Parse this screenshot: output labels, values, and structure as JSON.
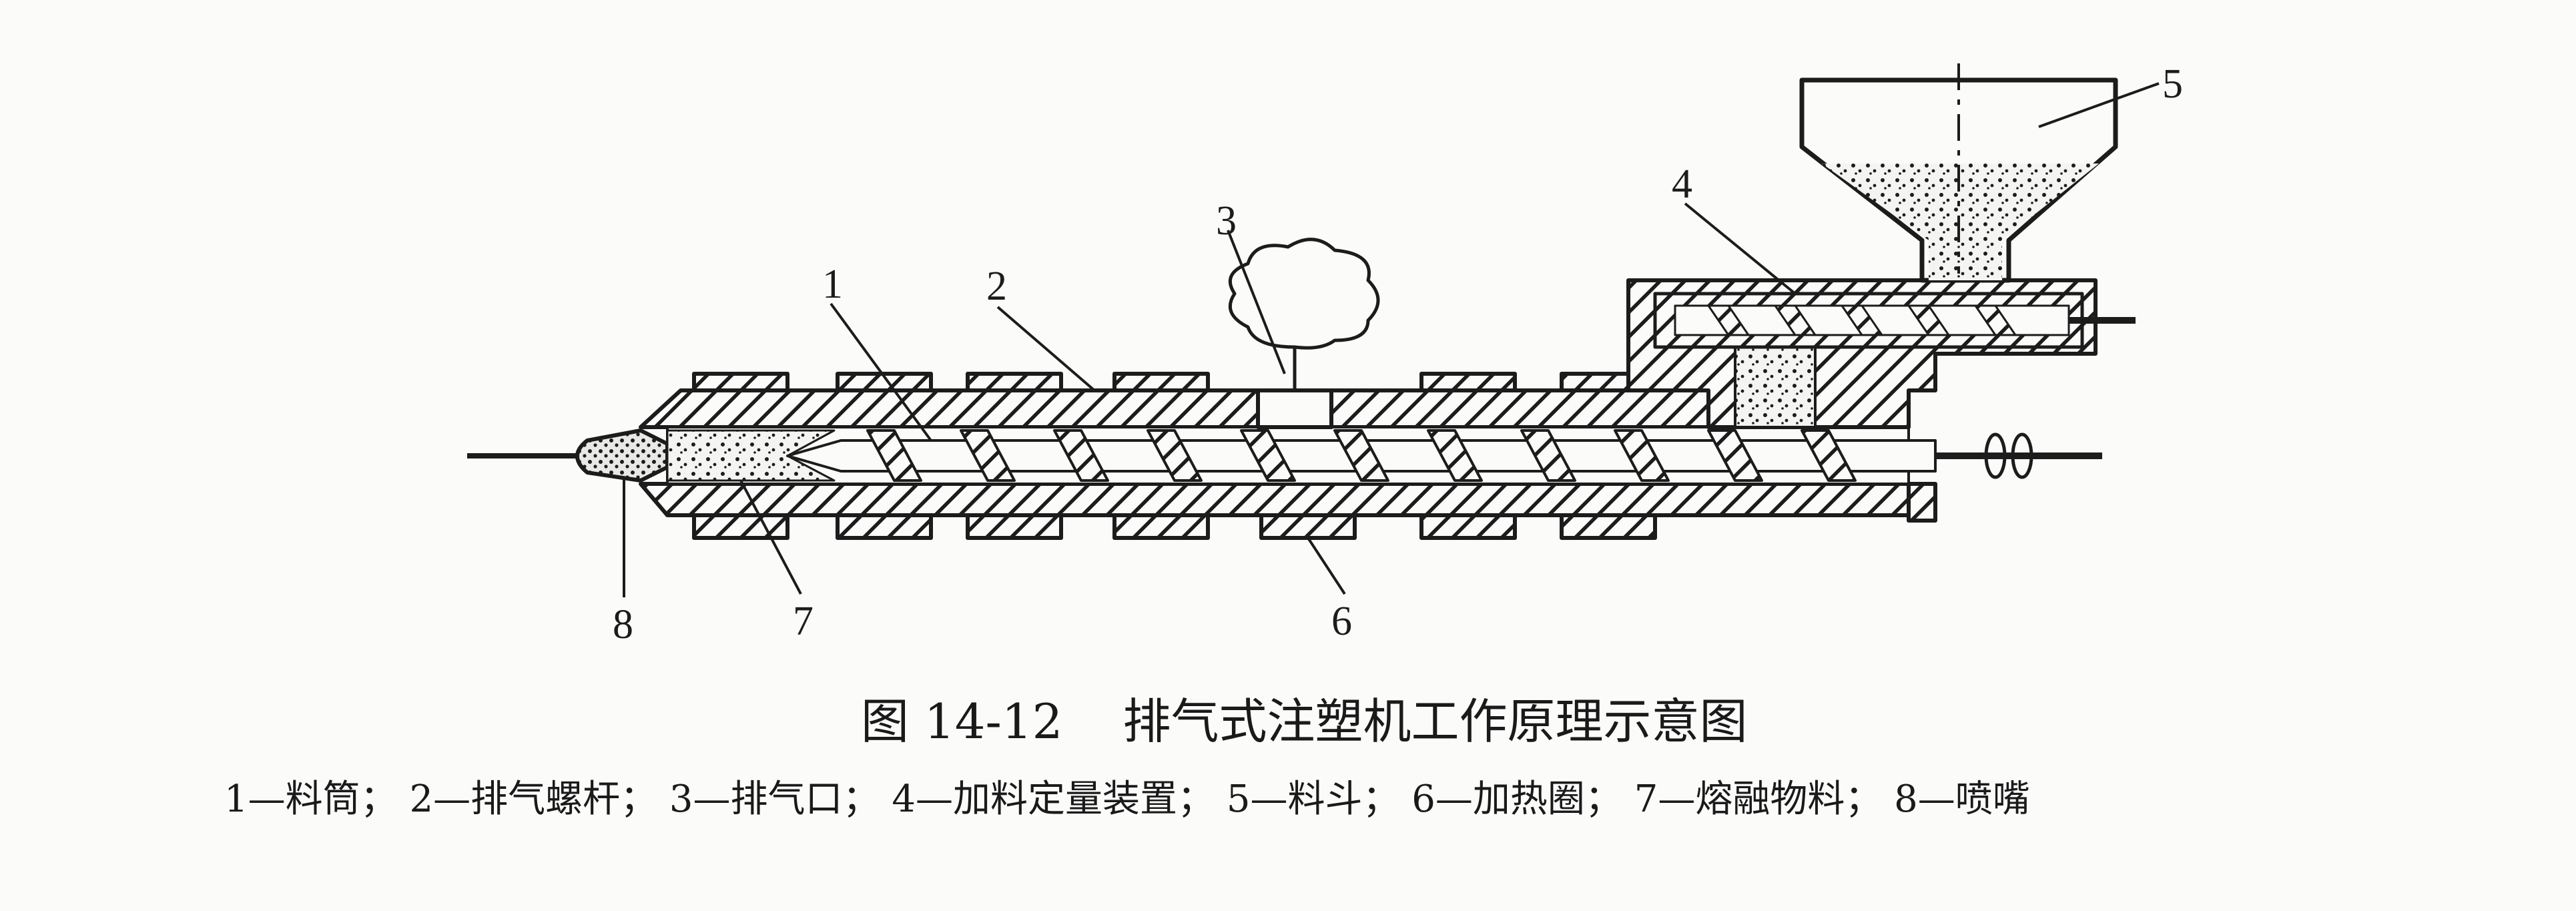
{
  "diagram": {
    "callouts": [
      {
        "id": "1",
        "text": "1"
      },
      {
        "id": "2",
        "text": "2"
      },
      {
        "id": "3",
        "text": "3"
      },
      {
        "id": "4",
        "text": "4"
      },
      {
        "id": "5",
        "text": "5"
      },
      {
        "id": "6",
        "text": "6"
      },
      {
        "id": "7",
        "text": "7"
      },
      {
        "id": "8",
        "text": "8"
      }
    ]
  },
  "caption": {
    "figure_number": "图 14-12",
    "figure_title": "排气式注塑机工作原理示意图"
  },
  "legend": [
    {
      "text": "1—料筒；"
    },
    {
      "text": "2—排气螺杆；"
    },
    {
      "text": "3—排气口；"
    },
    {
      "text": "4—加料定量装置；"
    },
    {
      "text": "5—料斗；"
    },
    {
      "text": "6—加热圈；"
    },
    {
      "text": "7—熔融物料；"
    },
    {
      "text": "8—喷嘴"
    }
  ],
  "colors": {
    "ink": "#1c1c1c",
    "paper": "#fbfbfa"
  }
}
